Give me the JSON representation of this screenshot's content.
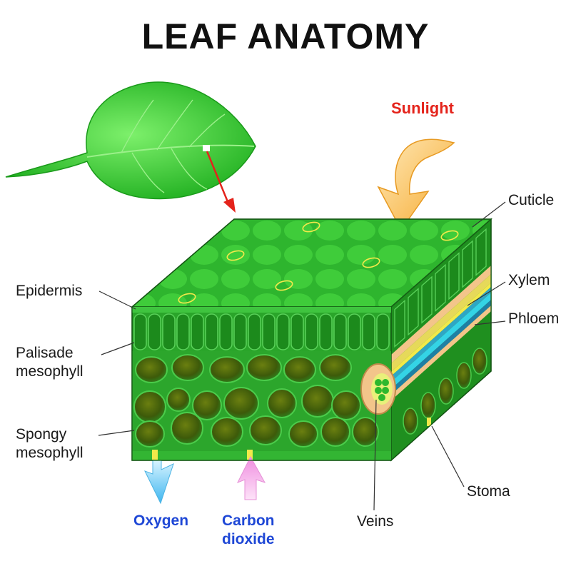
{
  "title": "LEAF ANATOMY",
  "labels": {
    "sunlight": "Sunlight",
    "cuticle": "Cuticle",
    "xylem": "Xylem",
    "phloem": "Phloem",
    "epidermis": "Epidermis",
    "palisade_line1": "Palisade",
    "palisade_line2": "mesophyll",
    "spongy_line1": "Spongy",
    "spongy_line2": "mesophyll",
    "stoma": "Stoma",
    "veins": "Veins",
    "oxygen": "Oxygen",
    "carbon_line1": "Carbon",
    "carbon_line2": "dioxide"
  },
  "colors": {
    "leaf": "#3fcf3a",
    "tissue_dark": "#1f8f1f",
    "tissue_mid": "#36b836",
    "cell_inner": "#4f6f10",
    "vein_yellow": "#f2e94a",
    "vein_cyan": "#34d3e6",
    "vein_tan": "#f3c58a",
    "sunlight": "#e4231b",
    "gas_labels": "#1e47d6",
    "oxygen_arrow": "#7fd6ff",
    "co2_arrow": "#f5b8ec"
  }
}
